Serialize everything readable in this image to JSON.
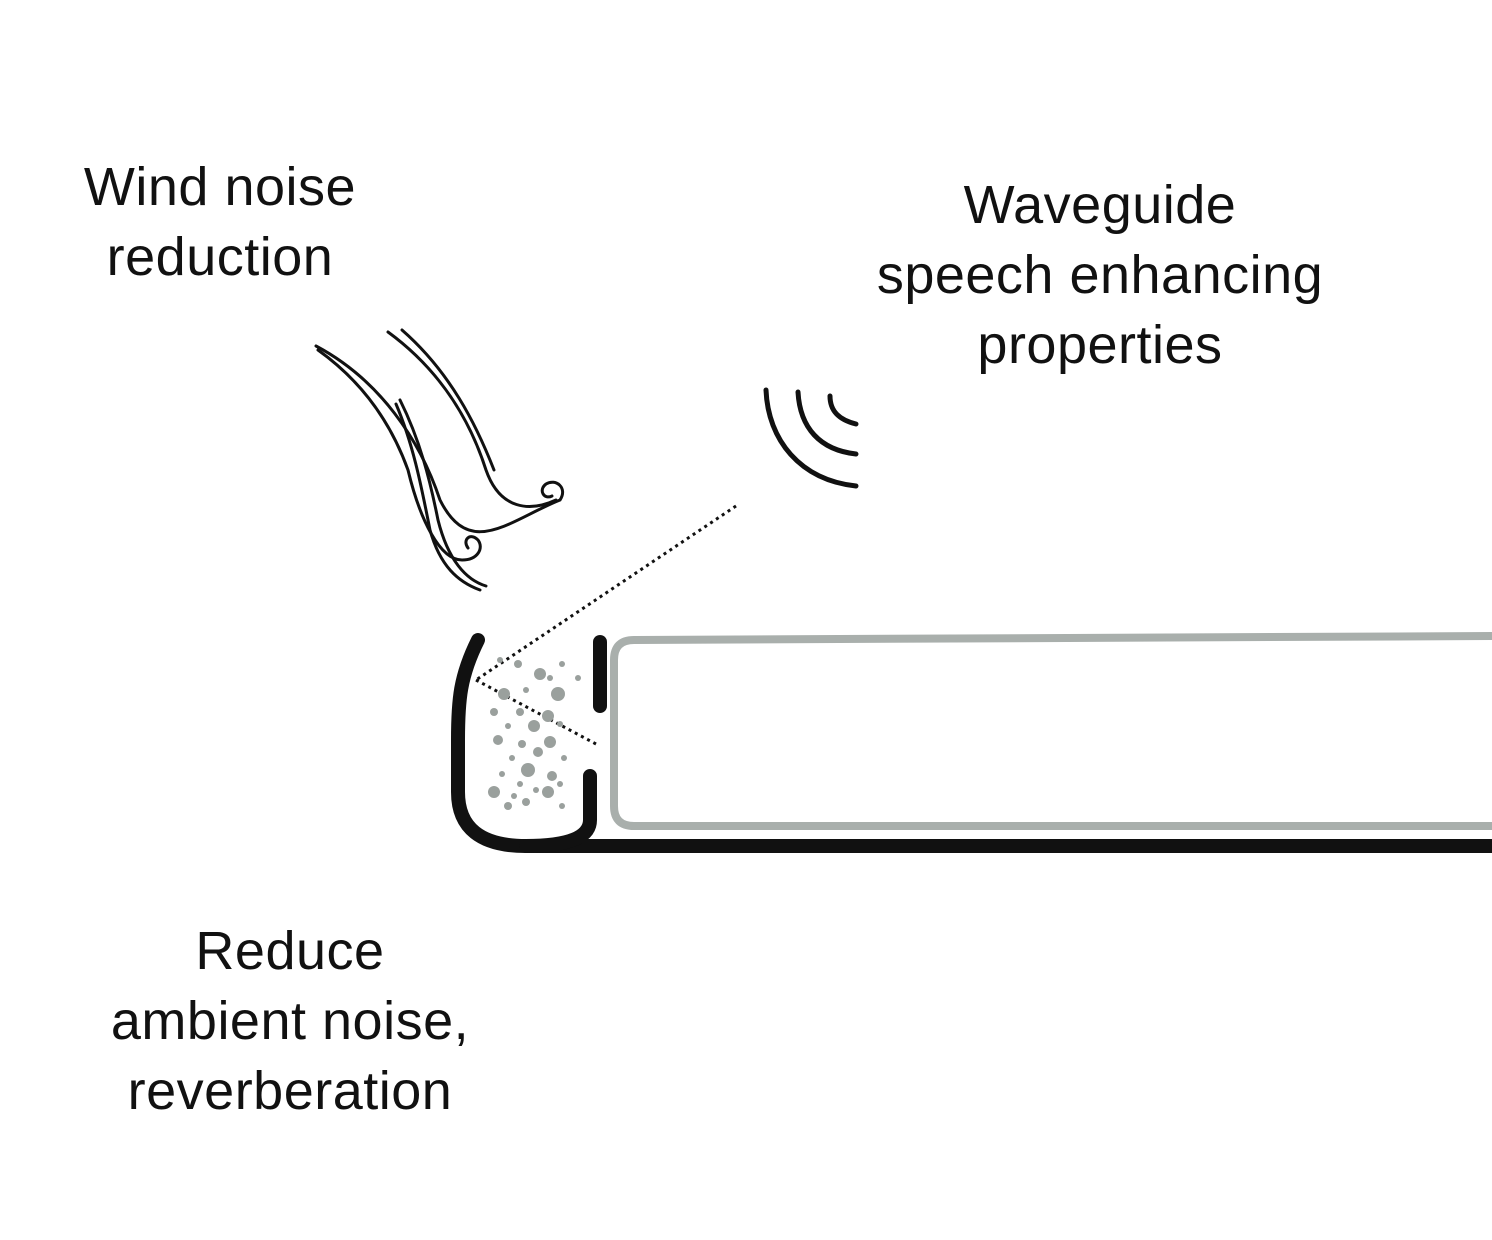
{
  "labels": {
    "wind": [
      "Wind noise",
      "reduction"
    ],
    "waveguide": [
      "Waveguide",
      "speech enhancing",
      "properties"
    ],
    "ambient": [
      "Reduce",
      "ambient noise,",
      "reverberation"
    ]
  },
  "colors": {
    "ink": "#111111",
    "housing_outline": "#a9afac",
    "foam_dots": "#9aa09d",
    "background": "#ffffff"
  },
  "icons": {
    "wind": "wind-gust-icon",
    "sound": "sound-waves-icon",
    "foam": "foam-dots-icon"
  }
}
